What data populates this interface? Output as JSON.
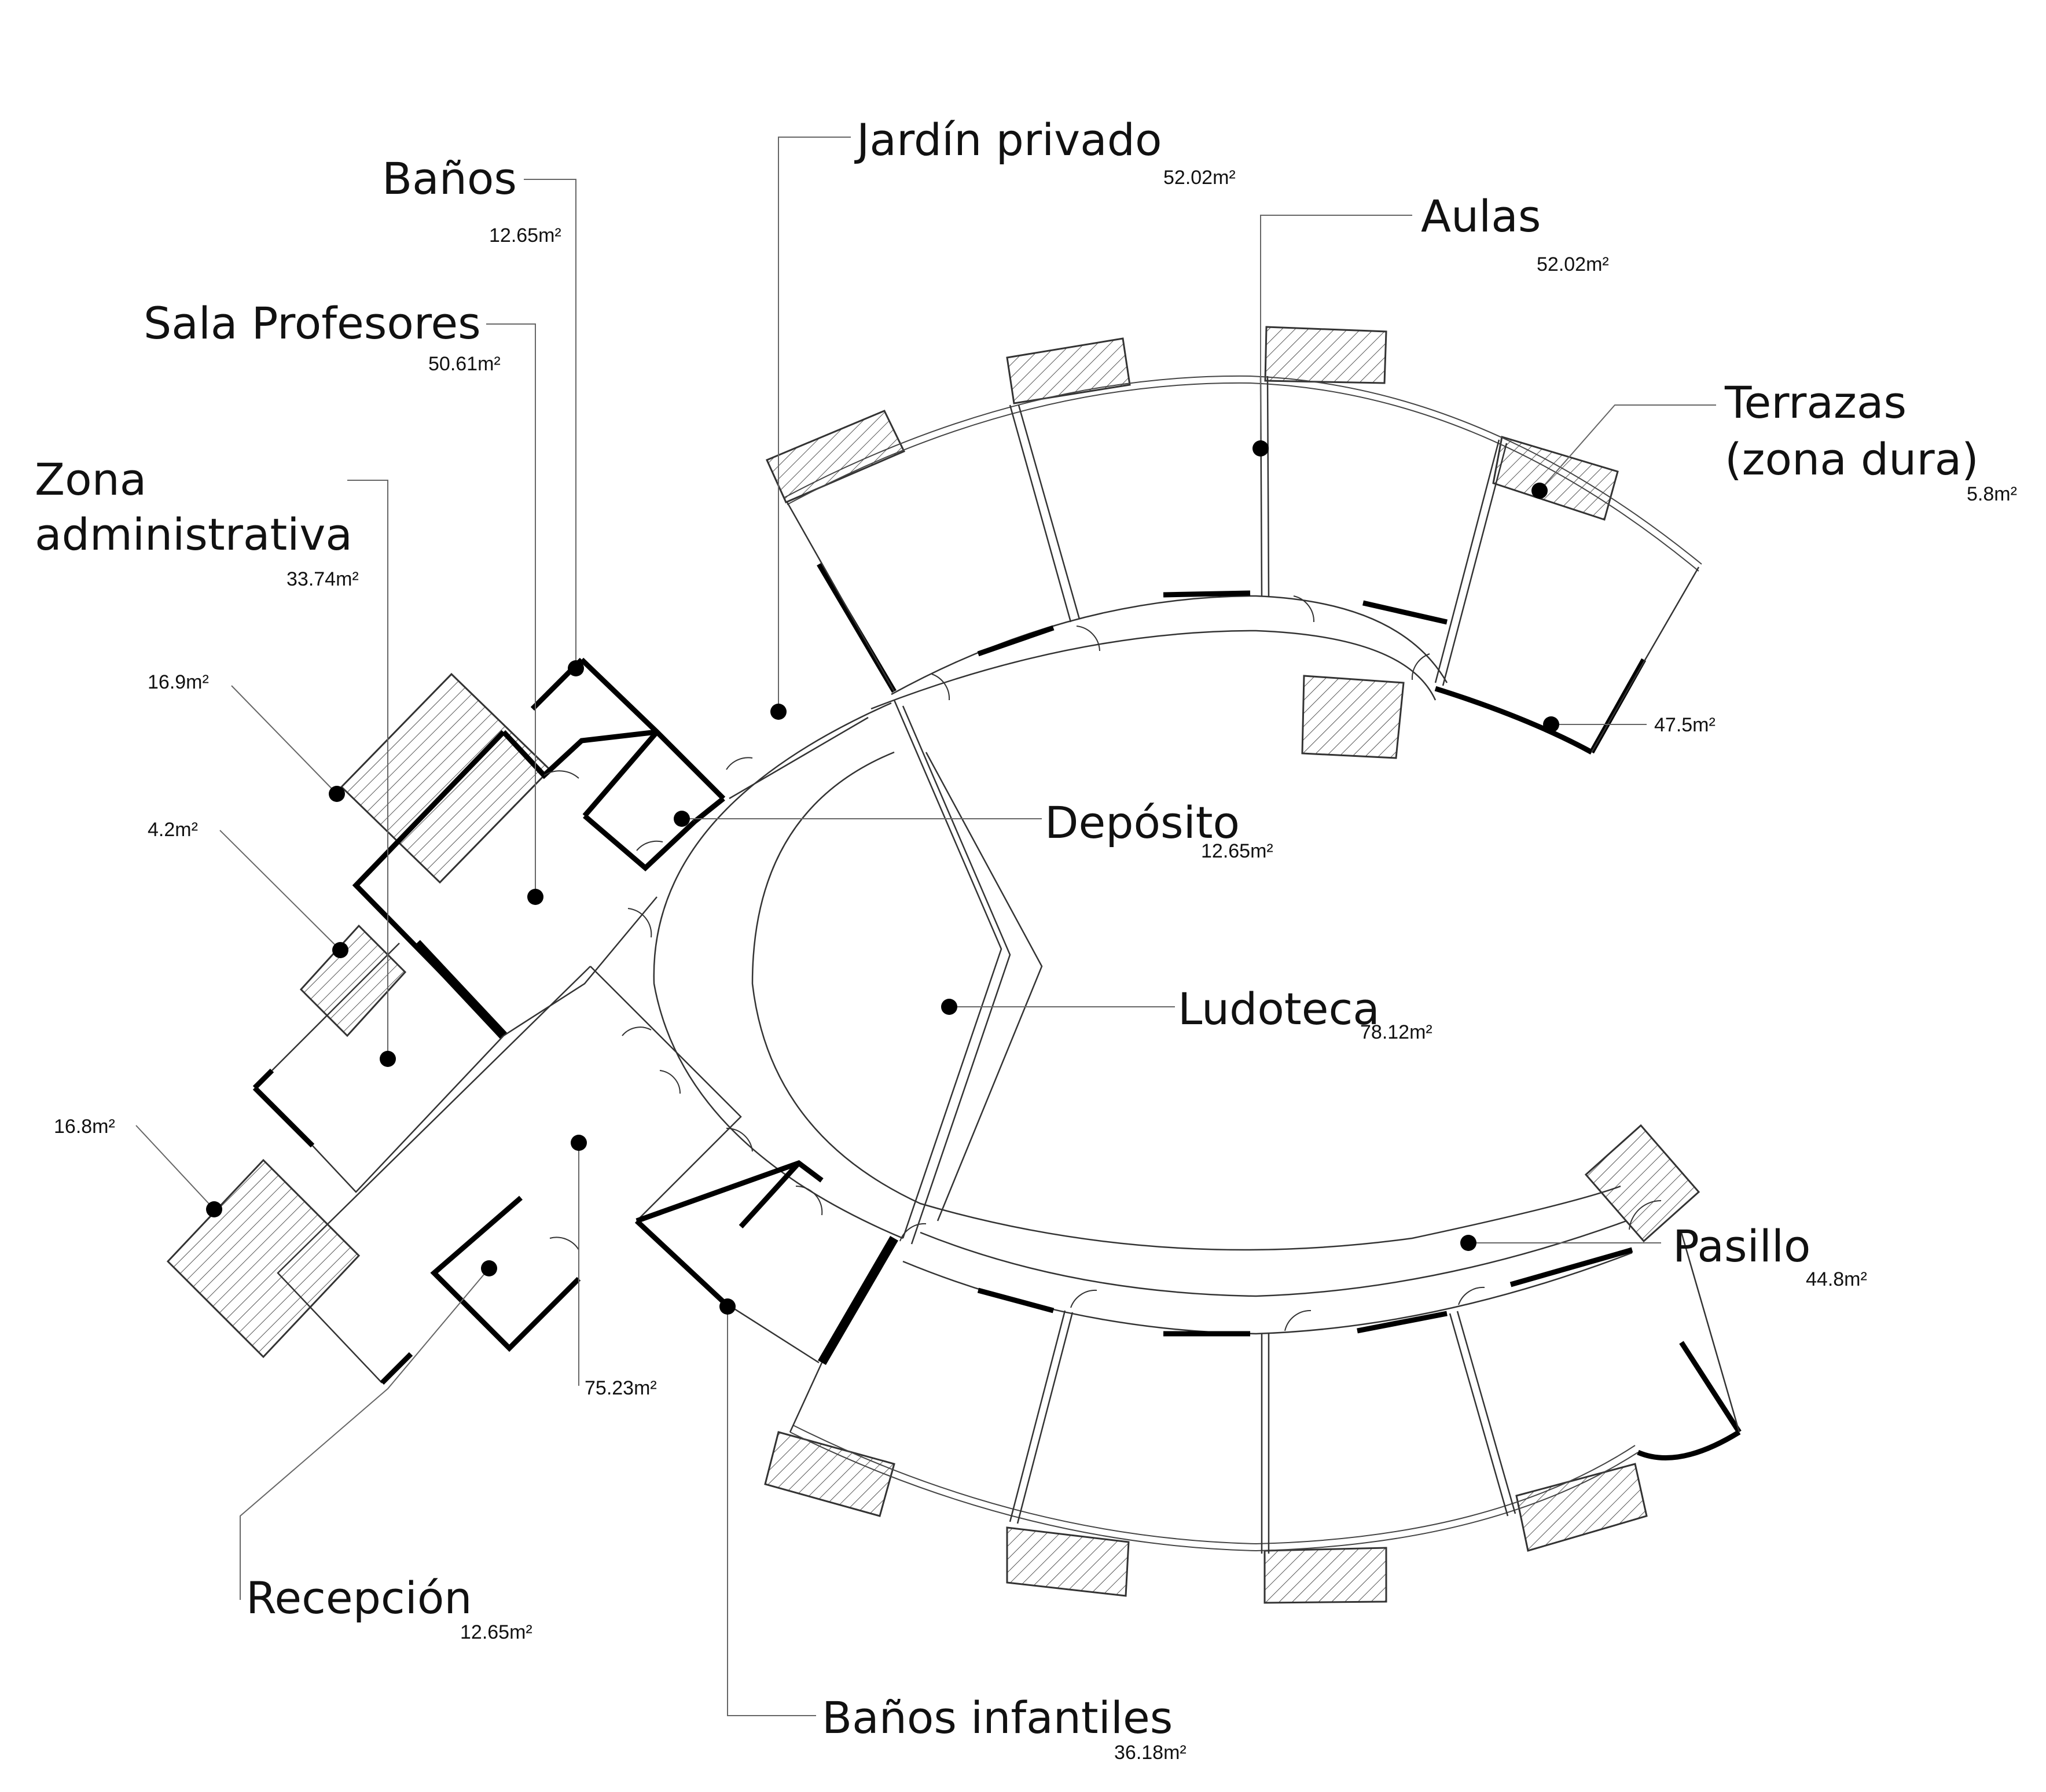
{
  "colors": {
    "ink": "#000000",
    "leader": "#666666",
    "hatch": "#555555",
    "background": "#ffffff"
  },
  "labels": {
    "jardin_privado": {
      "name": "Jardín privado",
      "area": "52.02m²"
    },
    "banos": {
      "name": "Baños",
      "area": "12.65m²"
    },
    "aulas": {
      "name": "Aulas",
      "area": "52.02m²"
    },
    "sala_profesores": {
      "name": "Sala Profesores",
      "area": "50.61m²"
    },
    "terrazas": {
      "name_line1": "Terrazas",
      "name_line2": "(zona dura)",
      "area": "5.8m²"
    },
    "zona_administrativa": {
      "name_line1": "Zona",
      "name_line2": "administrativa",
      "area": "33.74m²"
    },
    "patio_169": {
      "area": "16.9m²"
    },
    "aula_475": {
      "area": "47.5m²"
    },
    "deposito": {
      "name": "Depósito",
      "area": "12.65m²"
    },
    "patio_42": {
      "area": "4.2m²"
    },
    "ludoteca": {
      "name": "Ludoteca",
      "area": "78.12m²"
    },
    "patio_168": {
      "area": "16.8m²"
    },
    "pasillo": {
      "name": "Pasillo",
      "area": "44.8m²"
    },
    "hall_7523": {
      "area": "75.23m²"
    },
    "recepcion": {
      "name": "Recepción",
      "area": "12.65m²"
    },
    "banos_infantiles": {
      "name": "Baños infantiles",
      "area": "36.18m²"
    }
  }
}
